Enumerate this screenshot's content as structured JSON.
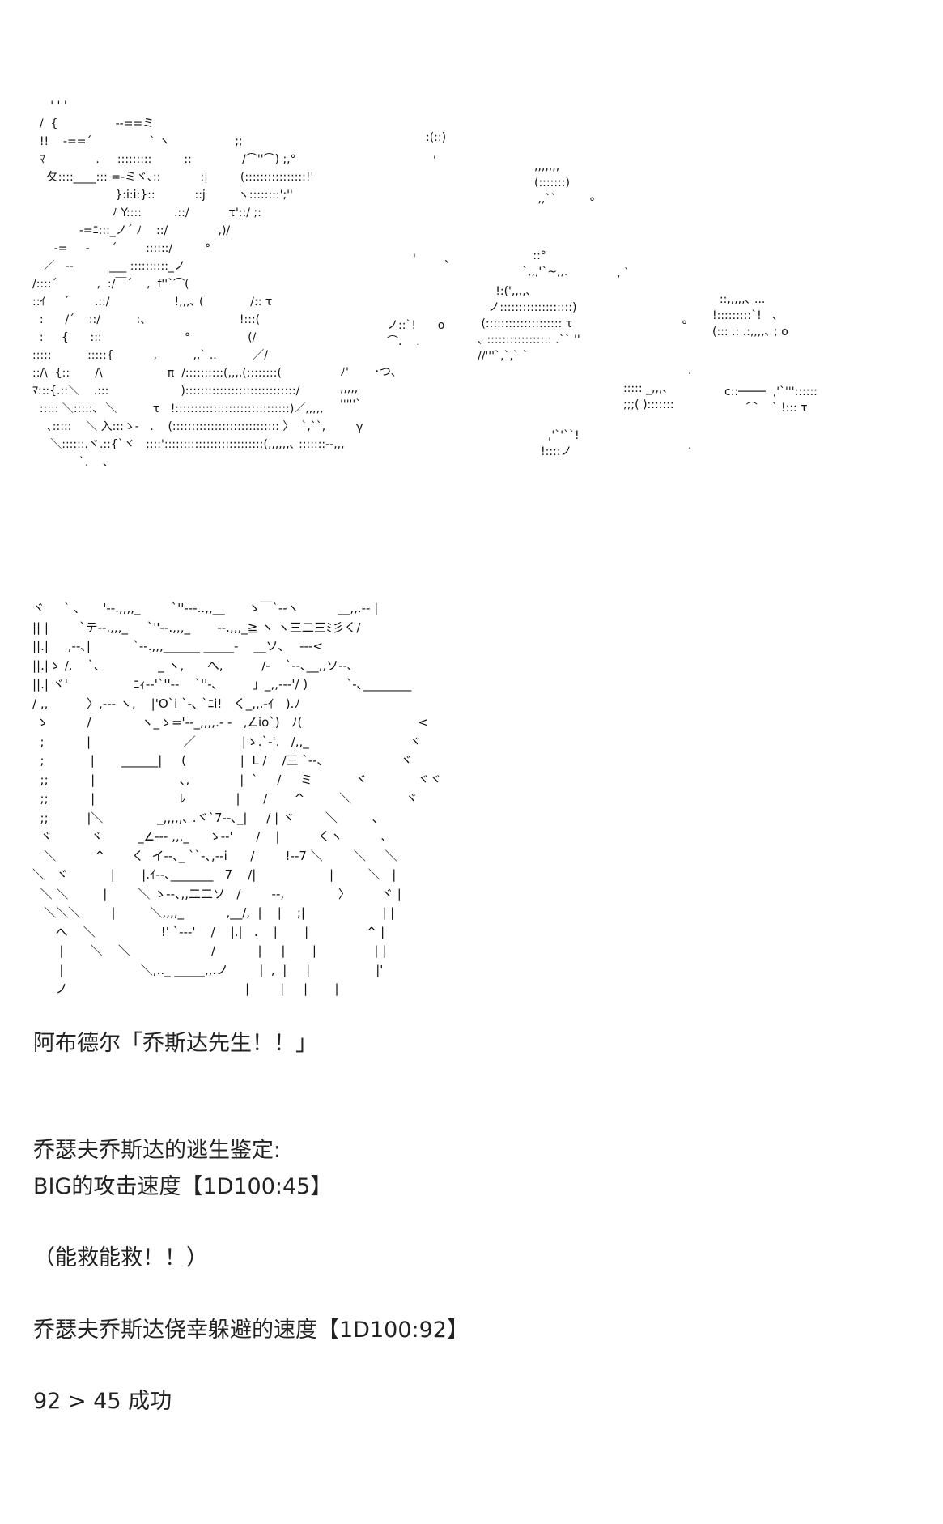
{
  "art_top": {
    "left_block": "     ' ' '\n  /  {                ‐‐==ミ\n  !!    ‐==´                ` ヽ                  ;;\n  ﾏ              .     :::::::::         ::              /⌒''⌒) ;,°\n    攵::::____::: =‐ミヾ､::           :|         (::::::::::::::::!'\n                       }:i:i:}::           ::j         ヽ::::::::';''\n                      ﾉ Y::::         .::/           τ'::/ ;:\n             ‐=ﾆ:::_ノ´ ﾉ    ::/              ,)/\n      ‐=     -      ´        ::::::/         °\n   ／   ‐‐          ___ ::::::::::_ノ\n/::::´           ,  :/￣´    ,  f''`⌒(\n::ｲ     ´       .::/                  !,,,､ (             /:: τ\n  :      /´    ::/          :､                          !:::(\n  :     {      :::                       °                (/\n:::::          :::::{           ,          ,,` ..          ／/\n::/\\  {::       /\\                  π  /::::::::::(,,,,(::::::::(\nﾏ:::{.::＼    .:::                    ):::::::::::::::::::::::::::::/\n  ::::: ＼:::::､  ＼          τ   !::::::::::::::::::::::::::::::)／,,,,,\n    ､:::::    ＼ 入:::ゝ‐   .    (:::::::::::::::::::::::::::: 〉  `,``,\n     ＼::::::.ヾ.::{`ヾ   ::::'::::::::::::::::::::::::::(,,,,,,､ :::::::‐‐,,,\n             `.    ､",
    "fragments": [
      ":(::)\n  ,",
      ",,,,,,,\n(:::::::)\n ,,``",
      "°",
      "'        ､",
      "   ::°\n`,,,'`~,,.",
      ", `",
      "     !:(',,,,､\n   ノ:::::::::::::::::::)\n (:::::::::::::::::::: τ\n､ ::::::::::::::::: .`` ''\n//'''`,`,` `",
      "ノ::`!      o\n⌒.    .",
      "°",
      "  ::,,,,,､ ...\n!:::::::::`!   ､\n(::: .: .:,,,,､ ; o",
      "::::: _,,,､\n;;;( ):::::::",
      "c::────  ,'`'''::::::\n      ⌒    ` !::: τ",
      "ﾉ'       ･つ､\n,,,,,\n'''''`",
      "γ",
      "  ,'`'``!\n!::::ノ",
      ".",
      "."
    ]
  },
  "art_face": "ヾ     ` ､      '‐‐.,,,,_        `''‐‐‐..,,__      ゝ￣`‐‐ヽ          __,,.‐‐ |\n|| |        `テ‐‐.,,,_     `''‐‐.,,,_       ‐‐.,,,_≧ ヽ ヽ三二三ﾐ彡く/\n||.|     ,‐‐､|           `‐‐.,,,______ _____‐    __ソ､    ‐‐‐<\n||.|ゝ /.    `､               _ ヽ,      へ,          /‐    `‐‐､__,,ソ‐‐､\n||.| ヾ'                 ﾆｨ‐‐'`''‐‐    `''‐､         」_,,‐‐‐'/ )          `‐､________\n/ ,,          〉,‐‐‐ ヽ,    |'O`i `‐､ `ﾆi!   く_,,.‐ｲ   ).ﾉ\n ゝ          /             ヽ_ゝ='‐‐_,,,,.‐ ‐   ,∠io`)   ﾉ(                              <\n  ;           |                        ／            |ゝ.`‐'.   /,,_                          ヾ\n  ;            |       ______|     (              |  L /    /三 `‐‐､                    ヾ\n  ;;           |                      ､,             |  `     /     ミ           ヾ             ヾヾ\n  ;;           |                      ﾚ             |      /       ^         ＼              ヾ\n  ;;          |＼              _,,,,,､ .ヾ`7‐‐､_|     / | ヾ        ＼         ､\n  ヾ          ヾ         _∠‐‐‐ ,,,_     ゝ‐‐'      /    |          くヽ          ､\n   ＼          ^       く  イ‐‐､_ ``‐､,‐‐i      /        !‐‐7 ＼        ＼     ＼\n＼   ヾ           |       |.ｲ‐‐､_______   7    /|                   |         ＼   |\n  ＼ ＼         |        ＼ ゝ‐‐､,,二二ソ   /        ‐‐,              〉        ヾ |\n   ＼＼＼        |         ＼,,,,_           ,__/,  |    |    ;|                    | |\n      へ    ＼                 !' `‐‐‐'    /    |.|   .    |       |               ^ |\n       |       ＼    ＼                     /           |     |       |               | |\n       |                    ＼,.._ _____,,.ノ        |  ,  |     |                 |'\n      ノ                                              |        |     |       |",
  "text": {
    "line1": "阿布德尔「乔斯达先生！！」",
    "line2": "乔瑟夫乔斯达的逃生鉴定:",
    "line3": "BIG的攻击速度【1D100:45】",
    "line4": "（能救能救！！）",
    "line5": "乔瑟夫乔斯达侥幸躲避的速度【1D100:92】",
    "line6": "92 > 45 成功"
  }
}
